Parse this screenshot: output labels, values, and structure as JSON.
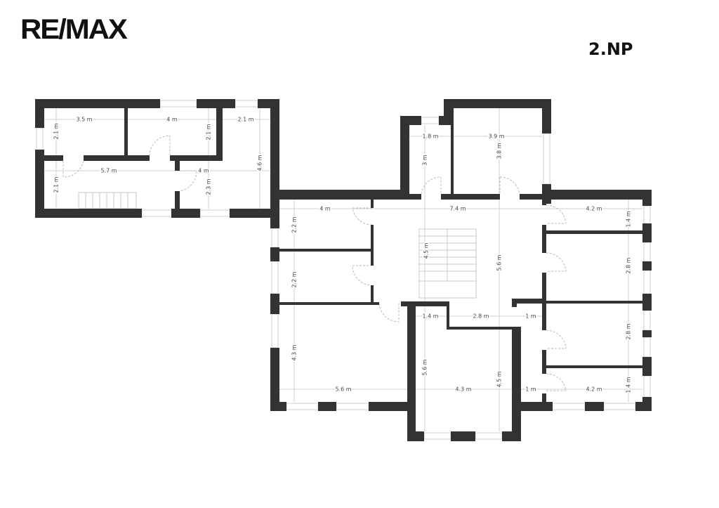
{
  "logo": "RE/MAX",
  "floor_label": "2.NP",
  "dimensions": {
    "annex": [
      "3.5 m",
      "4 m",
      "2.1 m",
      "2.1 m",
      "2.1 m",
      "4.6 m",
      "5.7 m",
      "4 m",
      "2.1 m",
      "2.3 m"
    ],
    "main": [
      "1.8 m",
      "3.9 m",
      "3 m",
      "3.8 m",
      "4 m",
      "7.4 m",
      "4.2 m",
      "1.4 m",
      "2.2 m",
      "4.5 m",
      "5.6 m",
      "2.2 m",
      "2.8 m",
      "1.4 m",
      "2.8 m",
      "1 m",
      "2.8 m",
      "4.3 m",
      "5.6 m",
      "4.5 m",
      "5.6 m",
      "4.3 m",
      "1 m",
      "4.2 m",
      "1.4 m"
    ]
  },
  "colors": {
    "wall": "#333333",
    "dimension_line": "#cfcfcf"
  }
}
